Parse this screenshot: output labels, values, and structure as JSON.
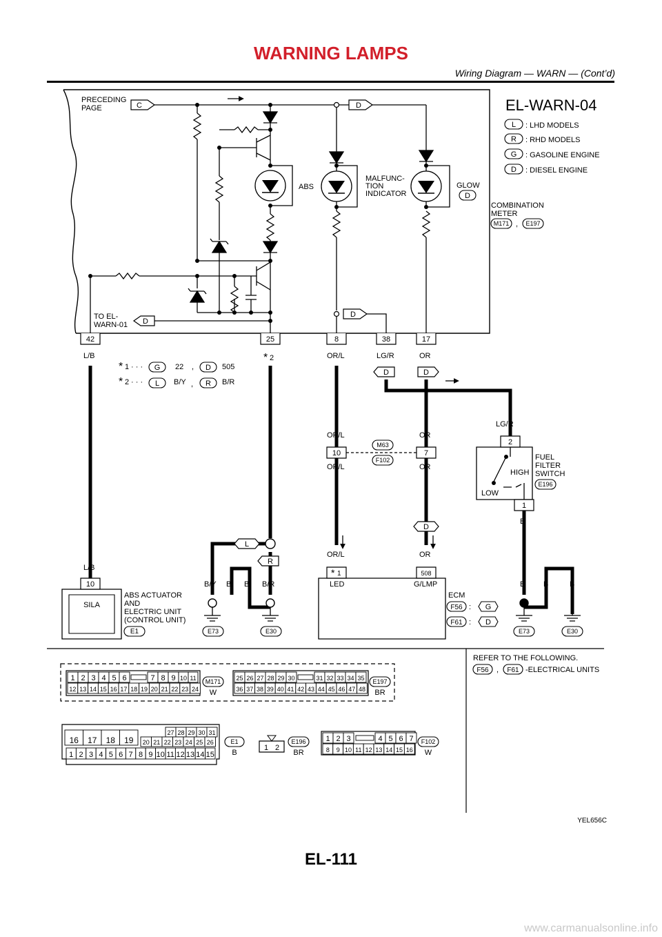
{
  "header": {
    "title": "WARNING LAMPS",
    "subtitle": "Wiring Diagram — WARN — (Cont’d)"
  },
  "diagram_id": "EL-WARN-04",
  "legend": [
    {
      "code": "L",
      "text": ": LHD MODELS"
    },
    {
      "code": "R",
      "text": ": RHD MODELS"
    },
    {
      "code": "G",
      "text": ": GASOLINE ENGINE"
    },
    {
      "code": "D",
      "text": ": DIESEL ENGINE"
    }
  ],
  "meter": {
    "preceding_page": [
      "PRECEDING",
      "PAGE"
    ],
    "to_warn": [
      "TO EL-",
      "WARN-01"
    ],
    "lamps": {
      "abs": "ABS",
      "malfunction": [
        "MALFUNC-",
        "TION",
        "INDICATOR"
      ],
      "glow": "GLOW"
    },
    "name": [
      "COMBINATION",
      "METER"
    ],
    "connectors": [
      "M171",
      "E197"
    ],
    "pins": [
      "42",
      "25",
      "8",
      "38",
      "17"
    ]
  },
  "wires": {
    "lb": "L/B",
    "orl": "OR/L",
    "lgr": "LG/R",
    "or": "OR",
    "by": "B/Y",
    "b": "B",
    "br": "B/R"
  },
  "notes": {
    "star1": {
      "label": "1",
      "g": "22",
      "d": "505"
    },
    "star2": {
      "label": "2",
      "l": "B/Y",
      "r": "B/R"
    },
    "pin25_star": "2"
  },
  "codes": {
    "L": "L",
    "R": "R",
    "G": "G",
    "D": "D",
    "C": "C"
  },
  "junction": {
    "conn_top": "M63",
    "conn_bottom": "F102",
    "pin_orl": "10",
    "pin_or": "7"
  },
  "fuel_filter": {
    "name": [
      "FUEL",
      "FILTER",
      "SWITCH"
    ],
    "connector": "E196",
    "pin_top": "2",
    "pin_bottom": "1",
    "high": "HIGH",
    "low": "LOW"
  },
  "abs_unit": {
    "pin": "10",
    "terminal": "SILA",
    "name": [
      "ABS ACTUATOR",
      "AND",
      "ELECTRIC UNIT",
      "(CONTROL UNIT)"
    ],
    "connector": "E1"
  },
  "ecm": {
    "name": "ECM",
    "led": "LED",
    "led_star": "1",
    "glmp": "G/LMP",
    "pin_glmp": "508",
    "conn_g": "F56",
    "conn_d": "F61"
  },
  "grounds": [
    "E73",
    "E30",
    "E73",
    "E30"
  ],
  "refer": {
    "text": "REFER TO THE FOLLOWING.",
    "conn1": "F56",
    "conn2": "F61",
    "suffix": "-ELECTRICAL UNITS"
  },
  "connector_views": {
    "m171": {
      "id": "M171",
      "color": "W",
      "row1": [
        "1",
        "2",
        "3",
        "4",
        "5",
        "6",
        "7",
        "8",
        "9",
        "10",
        "11"
      ],
      "row2": [
        "12",
        "13",
        "14",
        "15",
        "16",
        "17",
        "18",
        "19",
        "20",
        "21",
        "22",
        "23",
        "24"
      ]
    },
    "e197": {
      "id": "E197",
      "color": "BR",
      "row1": [
        "25",
        "26",
        "27",
        "28",
        "29",
        "30",
        "31",
        "32",
        "33",
        "34",
        "35"
      ],
      "row2": [
        "36",
        "37",
        "38",
        "39",
        "40",
        "41",
        "42",
        "43",
        "44",
        "45",
        "46",
        "47",
        "48"
      ]
    },
    "e1": {
      "id": "E1",
      "color": "B",
      "row_top_big": [
        "16",
        "17",
        "18",
        "19"
      ],
      "row_top_small": [
        "27",
        "28",
        "29",
        "30",
        "31"
      ],
      "row_mid": [
        "20",
        "21",
        "22",
        "23",
        "24",
        "25",
        "26"
      ],
      "row_bottom": [
        "1",
        "2",
        "3",
        "4",
        "5",
        "6",
        "7",
        "8",
        "9",
        "10",
        "11",
        "12",
        "13",
        "14",
        "15"
      ]
    },
    "e196": {
      "id": "E196",
      "color": "BR",
      "pins": [
        "1",
        "2"
      ]
    },
    "f102": {
      "id": "F102",
      "color": "W",
      "row1": [
        "1",
        "2",
        "3",
        "4",
        "5",
        "6",
        "7"
      ],
      "row2": [
        "8",
        "9",
        "10",
        "11",
        "12",
        "13",
        "14",
        "15",
        "16"
      ]
    }
  },
  "figure_code": "YEL656C",
  "page_number": "EL-111",
  "footer_url": "www.carmanualsonline.info"
}
